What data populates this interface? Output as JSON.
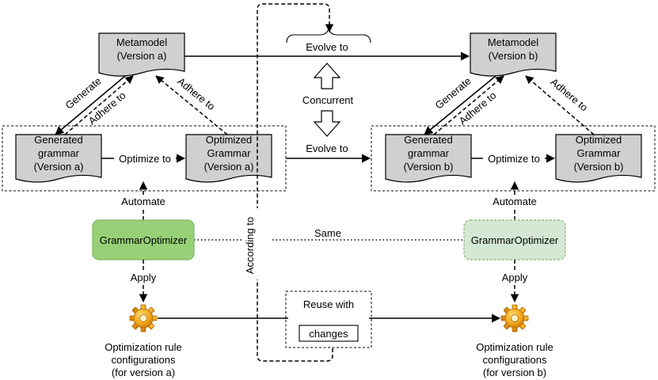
{
  "metamodel_a": [
    "Metamodel",
    "(Version a)"
  ],
  "metamodel_b": [
    "Metamodel",
    "(Version b)"
  ],
  "generated_a": [
    "Generated",
    "grammar",
    "(Version a)"
  ],
  "optimized_a": [
    "Optimized",
    "Grammar",
    "(Version a)"
  ],
  "generated_b": [
    "Generated",
    "grammar",
    "(Version b)"
  ],
  "optimized_b": [
    "Optimized",
    "Grammar",
    "(Version b)"
  ],
  "labels": {
    "evolve_to": "Evolve to",
    "concurrent": "Concurrent",
    "generate": "Generate",
    "adhere_to": "Adhere to",
    "optimize_to": "Optimize to",
    "automate": "Automate",
    "apply": "Apply",
    "same": "Same",
    "according_to": "According to",
    "reuse_with": "Reuse with",
    "changes": "changes"
  },
  "optimizer_a": "GrammarOptimizer",
  "optimizer_b": "GrammarOptimizer",
  "config_a": [
    "Optimization rule",
    "configurations",
    "(for version a)"
  ],
  "config_b": [
    "Optimization rule",
    "configurations",
    "(for version b)"
  ],
  "colors": {
    "document_fill": "#d0d0d0",
    "optimizer_a_fill": "#97d077",
    "optimizer_a_stroke": "#82b366",
    "optimizer_b_fill": "#d5e8d4",
    "optimizer_b_stroke": "#82b366",
    "gear": "#f0a30a"
  }
}
